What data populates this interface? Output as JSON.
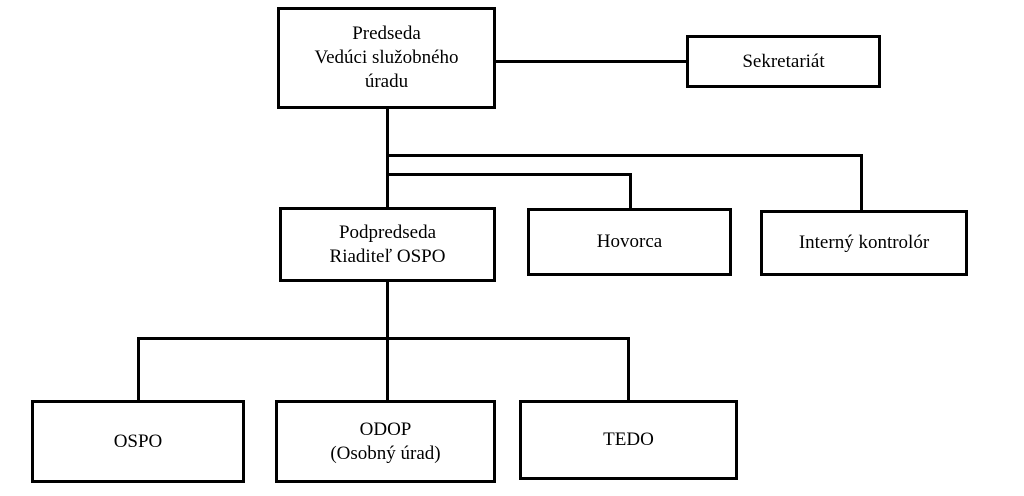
{
  "nodes": {
    "predseda": {
      "lines": [
        "Predseda",
        "Vedúci služobného",
        "úradu"
      ]
    },
    "sekretariat": {
      "lines": [
        "Sekretariát"
      ]
    },
    "podpredseda": {
      "lines": [
        "Podpredseda",
        "Riaditeľ OSPO"
      ]
    },
    "hovorca": {
      "lines": [
        "Hovorca"
      ]
    },
    "kontrolor": {
      "lines": [
        "Interný kontrolór"
      ]
    },
    "ospo": {
      "lines": [
        "OSPO"
      ]
    },
    "odop": {
      "lines": [
        "ODOP",
        "(Osobný úrad)"
      ]
    },
    "tedo": {
      "lines": [
        "TEDO"
      ]
    }
  },
  "edges": [
    [
      "predseda",
      "sekretariat"
    ],
    [
      "predseda",
      "podpredseda"
    ],
    [
      "predseda",
      "hovorca"
    ],
    [
      "predseda",
      "kontrolor"
    ],
    [
      "podpredseda",
      "ospo"
    ],
    [
      "podpredseda",
      "odop"
    ],
    [
      "podpredseda",
      "tedo"
    ]
  ]
}
